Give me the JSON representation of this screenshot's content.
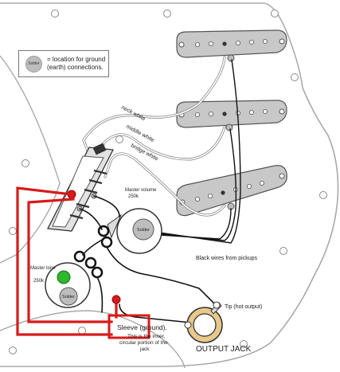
{
  "legend": {
    "swatch_label": "Solder",
    "text": "= location for ground (earth) connections."
  },
  "wire_labels": {
    "neck": "neck white",
    "middle": "middle white",
    "bridge": "bridge white",
    "black_wires": "Black wires from pickups"
  },
  "pots": {
    "volume_title": "Master volume",
    "volume_value": "250k",
    "tone_title": "Master tone",
    "tone_value": "250k",
    "solder": "Solder"
  },
  "jack": {
    "tip": "Tip (hot output)",
    "sleeve": "Sleeve (ground).",
    "sleeve_note": "This is the inner, circular portion of the jack",
    "title": "OUTPUT JACK"
  },
  "colors": {
    "ground_wire": "#d81a1a",
    "capacitor": "#2db82d",
    "solder_spot": "#bdbdbd",
    "pickguard_outline": "#a9a9a9",
    "pickup_fill": "#c8c8c8",
    "jack_ring": "#e9c98b"
  }
}
